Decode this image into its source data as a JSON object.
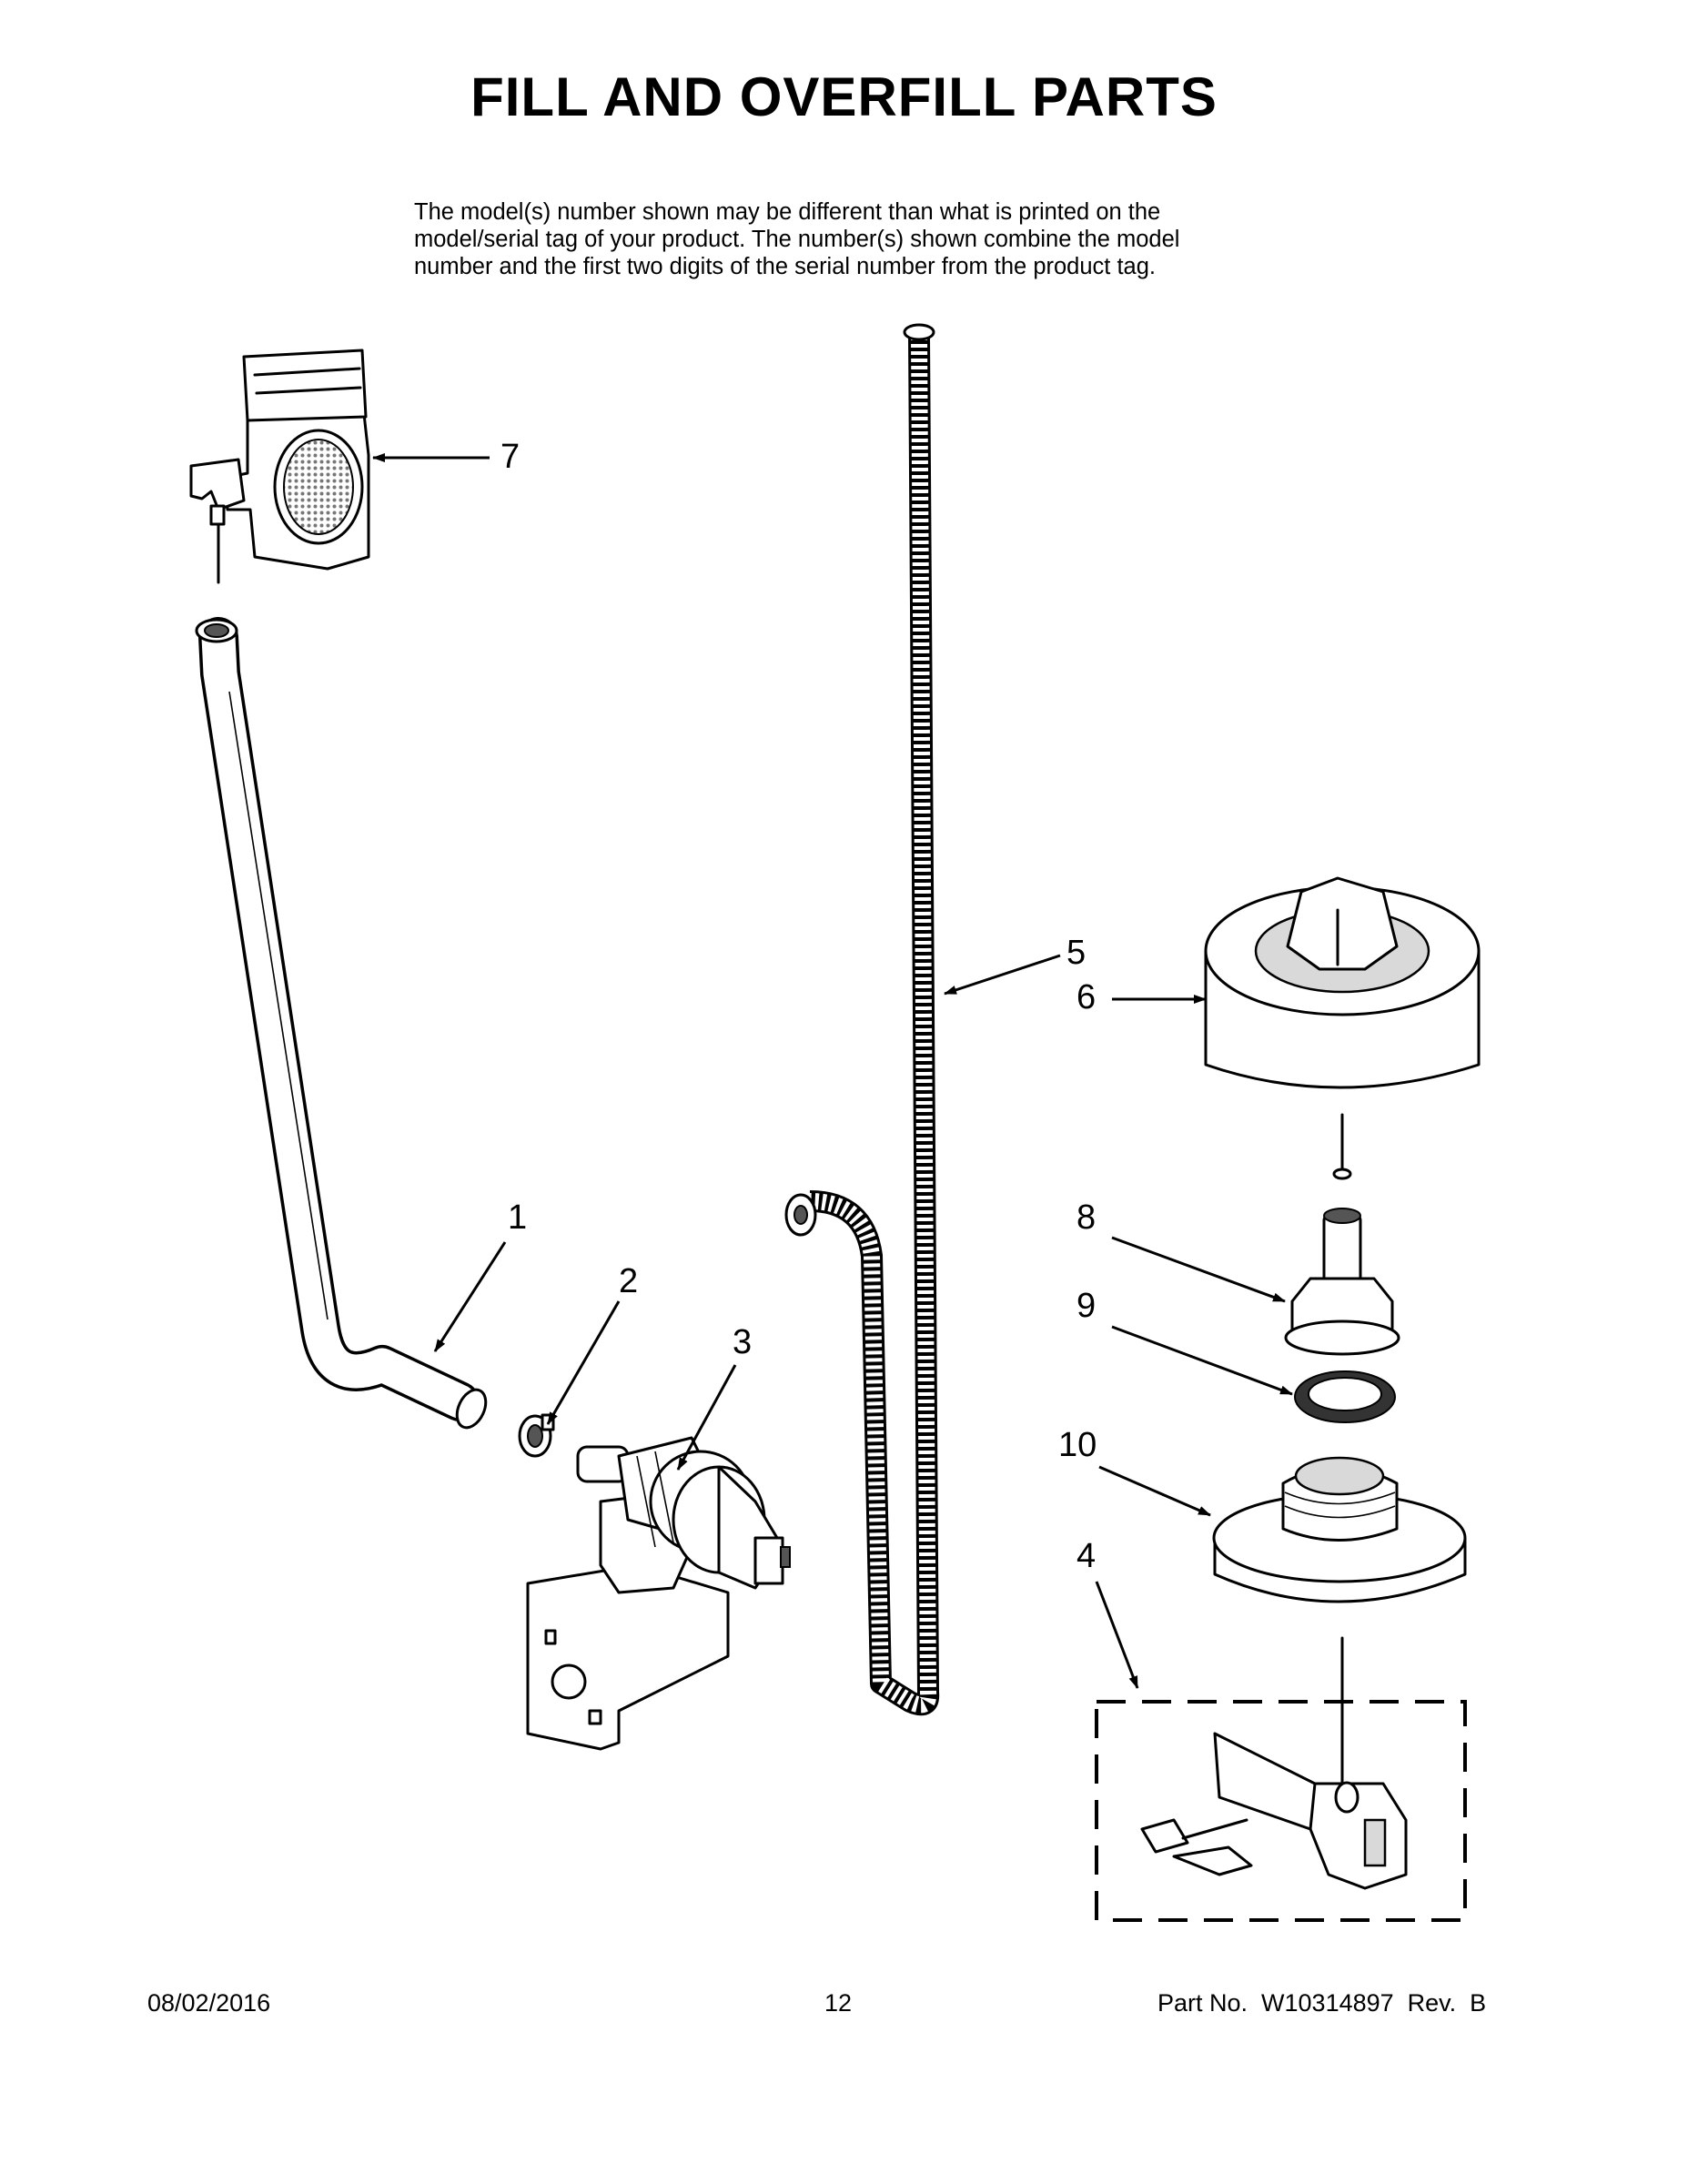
{
  "page": {
    "title": "FILL AND OVERFILL PARTS",
    "intro_lines": [
      "The model(s) number shown may be different than what is printed on the",
      "model/serial tag of your product. The number(s) shown combine the model",
      "number and the first two digits of the serial number from the product tag."
    ]
  },
  "callouts": [
    "1",
    "2",
    "3",
    "4",
    "5",
    "6",
    "7",
    "8",
    "9",
    "10"
  ],
  "footer": {
    "date": "08/02/2016",
    "page_number": "12",
    "part_no": "Part No.  W10314897  Rev.  B"
  }
}
